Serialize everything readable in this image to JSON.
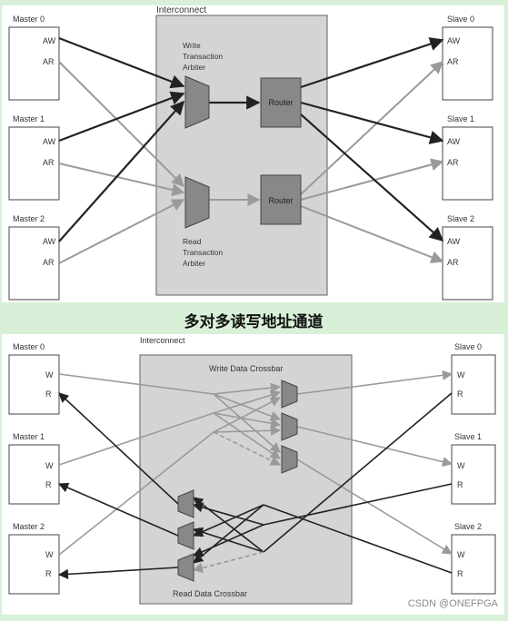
{
  "top_diagram": {
    "interconnect_label": "Interconnect",
    "write_arbiter_label": [
      "Write",
      "Transaction",
      "Arbiter"
    ],
    "read_arbiter_label": [
      "Read",
      "Transaction",
      "Arbiter"
    ],
    "router_label": "Router",
    "masters": [
      {
        "name": "Master 0",
        "ports": [
          "AW",
          "AR"
        ]
      },
      {
        "name": "Master 1",
        "ports": [
          "AW",
          "AR"
        ]
      },
      {
        "name": "Master 2",
        "ports": [
          "AW",
          "AR"
        ]
      }
    ],
    "slaves": [
      {
        "name": "Slave 0",
        "ports": [
          "AW",
          "AR"
        ]
      },
      {
        "name": "Slave 1",
        "ports": [
          "AW",
          "AR"
        ]
      },
      {
        "name": "Slave 2",
        "ports": [
          "AW",
          "AR"
        ]
      }
    ]
  },
  "caption": "多对多读写地址通道",
  "bottom_diagram": {
    "interconnect_label": "Interconnect",
    "write_crossbar_label": "Write Data Crossbar",
    "read_crossbar_label": "Read Data Crossbar",
    "masters": [
      {
        "name": "Master 0",
        "ports": [
          "W",
          "R"
        ]
      },
      {
        "name": "Master 1",
        "ports": [
          "W",
          "R"
        ]
      },
      {
        "name": "Master 2",
        "ports": [
          "W",
          "R"
        ]
      }
    ],
    "slaves": [
      {
        "name": "Slave 0",
        "ports": [
          "W",
          "R"
        ]
      },
      {
        "name": "Slave 1",
        "ports": [
          "W",
          "R"
        ]
      },
      {
        "name": "Slave 2",
        "ports": [
          "W",
          "R"
        ]
      }
    ]
  },
  "watermark": "CSDN @ONEFPGA",
  "colors": {
    "background": "#d8f0d8",
    "panel": "#ffffff",
    "interconnect_fill": "#d4d4d4",
    "block_fill": "#888888",
    "dark_line": "#222222",
    "light_line": "#9a9a9a"
  }
}
